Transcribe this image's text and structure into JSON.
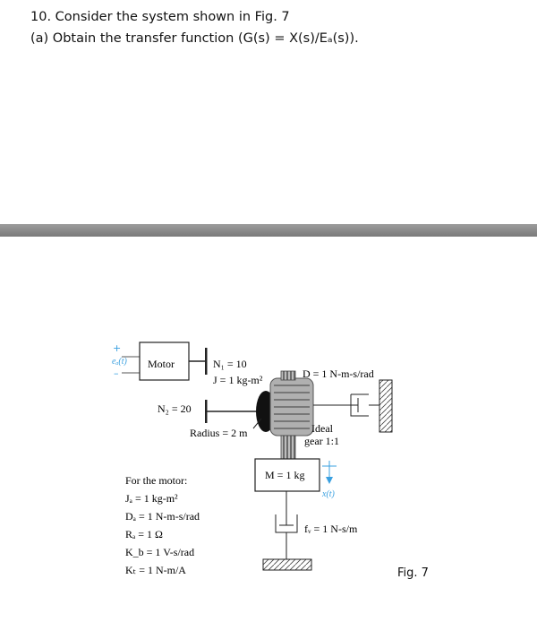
{
  "question": {
    "title": "10. Consider the system shown in Fig. 7",
    "part_a": "(a) Obtain the transfer function (G(s) = X(s)/Eₐ(s))."
  },
  "figure": {
    "caption": "Fig. 7",
    "source_label": "eₐ(t)",
    "plus_sign": "+",
    "minus_sign": "–",
    "motor_label": "Motor",
    "n1_label": "N₁ = 10",
    "j_label": "J = 1 kg-m²",
    "n2_label": "N₂ = 20",
    "radius_label": "Radius = 2 m",
    "damper_label": "D = 1 N-m-s/rad",
    "ideal_label": "Ideal",
    "gear_label": "gear 1:1",
    "mass_label": "M = 1 kg",
    "x_label": "x(t)",
    "fv_label": "fᵥ = 1 N-s/m",
    "motor_params": {
      "heading": "For the motor:",
      "ja": "Jₐ = 1 kg-m²",
      "da": "Dₐ = 1 N-m-s/rad",
      "ra": "Rₐ = 1 Ω",
      "kb": "K_b = 1 V-s/rad",
      "kt": "Kₜ = 1 N-m/A"
    },
    "colors": {
      "accent": "#3aa0e0",
      "gear": "#8a8a8a"
    }
  }
}
